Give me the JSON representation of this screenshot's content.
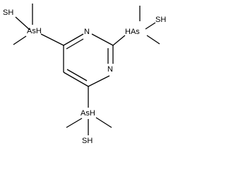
{
  "molecule": {
    "atoms": {
      "sh_top_left": "SH",
      "ash_top_left": "AsH",
      "n_ring_top": "N",
      "hash_right": "HAs",
      "sh_right": "SH",
      "n_ring_right": "N",
      "ash_bottom": "AsH",
      "sh_bottom": "SH"
    }
  }
}
